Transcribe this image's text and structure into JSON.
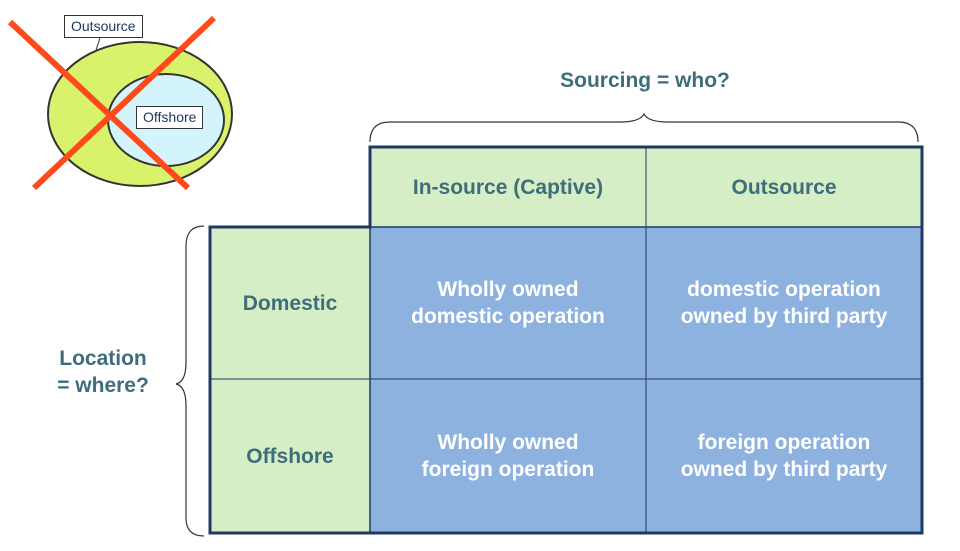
{
  "sourcing_label": "Sourcing = who?",
  "location_label": [
    "Location",
    "= where?"
  ],
  "columns": [
    "In-source (Captive)",
    "Outsource"
  ],
  "rows": [
    "Domestic",
    "Offshore"
  ],
  "cells": [
    [
      "Wholly owned\ndomestic operation",
      "domestic operation\nowned by third party"
    ],
    [
      "Wholly owned\nforeign operation",
      "foreign operation\nowned by third party"
    ]
  ],
  "venn": {
    "outer_label": "Outsource",
    "inner_label": "Offshore"
  },
  "colors": {
    "header_fill": "#d6eec5",
    "cell_fill": "#8eb2e0",
    "border": "#1f3864",
    "label_text": "#3e6d7c",
    "cross": "#ff4a1c",
    "venn_outer": "#d9f26c",
    "venn_inner": "#d4f4fb"
  }
}
